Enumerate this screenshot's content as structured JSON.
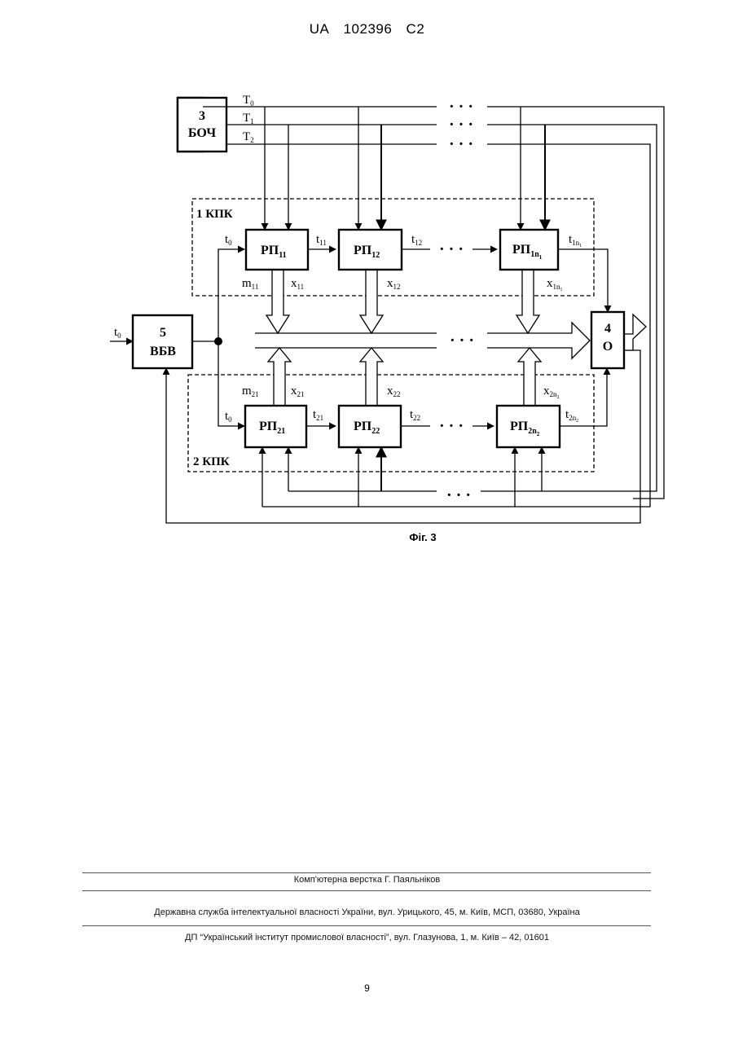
{
  "header": {
    "country": "UA",
    "number": "102396",
    "kind": "C2"
  },
  "diagram": {
    "blocks": {
      "boch": {
        "num": "3",
        "name": "БОЧ"
      },
      "vbv": {
        "num": "5",
        "name": "ВБВ"
      },
      "o": {
        "num": "4",
        "name": "О"
      }
    },
    "groups": {
      "kpk1": "1 КПК",
      "kpk2": "2 КПК"
    },
    "rp": {
      "rp11": {
        "base": "РП",
        "sub": "11"
      },
      "rp12": {
        "base": "РП",
        "sub": "12"
      },
      "rp1n": {
        "base": "РП",
        "sub": "1n",
        "subsub": "1"
      },
      "rp21": {
        "base": "РП",
        "sub": "21"
      },
      "rp22": {
        "base": "РП",
        "sub": "22"
      },
      "rp2n": {
        "base": "РП",
        "sub": "2n",
        "subsub": "2"
      }
    },
    "clock": {
      "T0": {
        "base": "T",
        "sub": "0"
      },
      "T1": {
        "base": "T",
        "sub": "1"
      },
      "T2": {
        "base": "T",
        "sub": "2"
      }
    },
    "signals": {
      "t0_in": {
        "base": "t",
        "sub": "0"
      },
      "t0_top": {
        "base": "t",
        "sub": "0"
      },
      "t0_bot": {
        "base": "t",
        "sub": "0"
      },
      "t11": {
        "base": "t",
        "sub": "11"
      },
      "t12": {
        "base": "t",
        "sub": "12"
      },
      "t1n": {
        "base": "t",
        "sub": "1n",
        "subsub": "1"
      },
      "t21": {
        "base": "t",
        "sub": "21"
      },
      "t22": {
        "base": "t",
        "sub": "22"
      },
      "t2n": {
        "base": "t",
        "sub": "2n",
        "subsub": "2"
      },
      "m11": {
        "base": "m",
        "sub": "11"
      },
      "m21": {
        "base": "m",
        "sub": "21"
      },
      "x11": {
        "base": "x",
        "sub": "11"
      },
      "x12": {
        "base": "x",
        "sub": "12"
      },
      "x1n": {
        "base": "x",
        "sub": "1n",
        "subsub": "1"
      },
      "x21": {
        "base": "x",
        "sub": "21"
      },
      "x22": {
        "base": "x",
        "sub": "22"
      },
      "x2n": {
        "base": "x",
        "sub": "2n",
        "subsub": "2"
      }
    },
    "dots": "· · ·",
    "caption": "Фіг. 3"
  },
  "footer": {
    "typesetting": "Комп'ютерна верстка Г. Паяльніков",
    "service": "Державна служба інтелектуальної власності України, вул. Урицького, 45, м. Київ, МСП, 03680, Україна",
    "institute": "ДП “Український інститут промислової власності”, вул. Глазунова, 1, м. Київ – 42, 01601"
  },
  "page_number": "9"
}
